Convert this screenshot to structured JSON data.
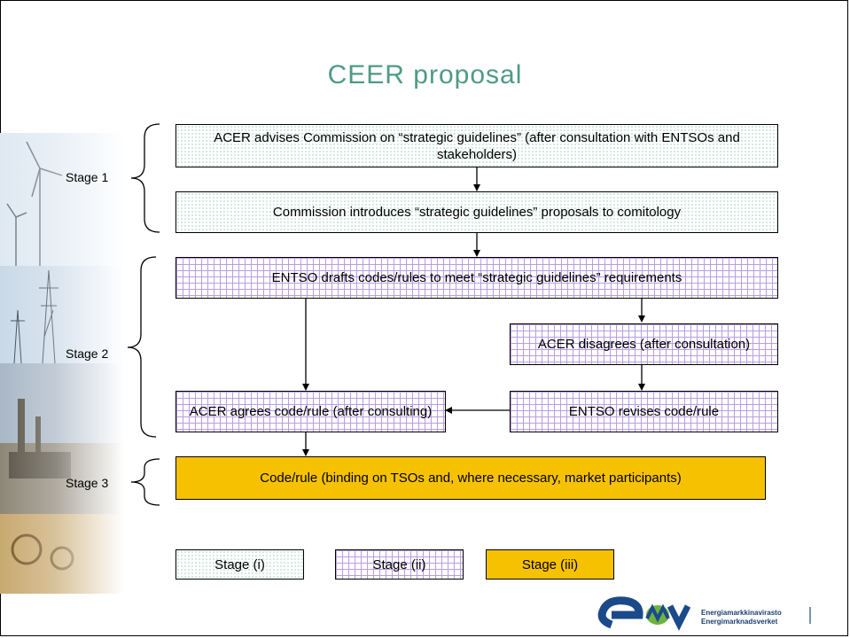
{
  "title": "CEER proposal",
  "boxes": {
    "acer_advises": "ACER advises Commission on “strategic guidelines” (after consultation with ENTSOs and stakeholders)",
    "commission_introduces": "Commission introduces “strategic guidelines” proposals to comitology",
    "entso_drafts": "ENTSO drafts codes/rules to meet “strategic guidelines” requirements",
    "acer_disagrees": "ACER disagrees (after consultation)",
    "acer_agrees": "ACER agrees code/rule (after consulting)",
    "entso_revises": "ENTSO revises code/rule",
    "code_rule": "Code/rule (binding on TSOs and, where necessary, market participants)"
  },
  "stages": {
    "stage1": "Stage 1",
    "stage2": "Stage 2",
    "stage3": "Stage 3"
  },
  "legend": {
    "stage_i": "Stage (i)",
    "stage_ii": "Stage (ii)",
    "stage_iii": "Stage (iii)"
  },
  "logo": {
    "line1": "Energiamarkkinavirasto",
    "line2": "Energimarknadsverket"
  },
  "colors": {
    "title": "#4f9a86",
    "stage_iii_fill": "#f6c100",
    "stage_ii_grid": "#b79ee3",
    "logo_blue": "#1b4a8a",
    "logo_green": "#6db33f"
  }
}
